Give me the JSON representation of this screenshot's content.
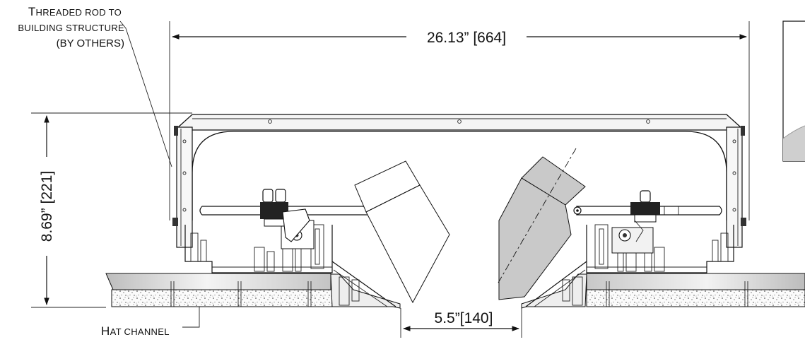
{
  "labels": {
    "rod_line1_cap": "T",
    "rod_line1_rest": "HREADED ROD TO",
    "rod_line2": "BUILDING STRUCTURE",
    "rod_line3": "(BY OTHERS)",
    "hat_cap": "H",
    "hat_rest": "AT CHANNEL"
  },
  "dimensions": {
    "width": "26.13” [664]",
    "height": "8.69” [221]",
    "opening": "5.5”[140]"
  },
  "colors": {
    "line": "#111111",
    "grey_fill": "#c8c8c8",
    "housing_fill": "#f4f4f4",
    "channel_grad_dark": "#bfbfbf",
    "channel_grad_light": "#f2f2f2"
  }
}
